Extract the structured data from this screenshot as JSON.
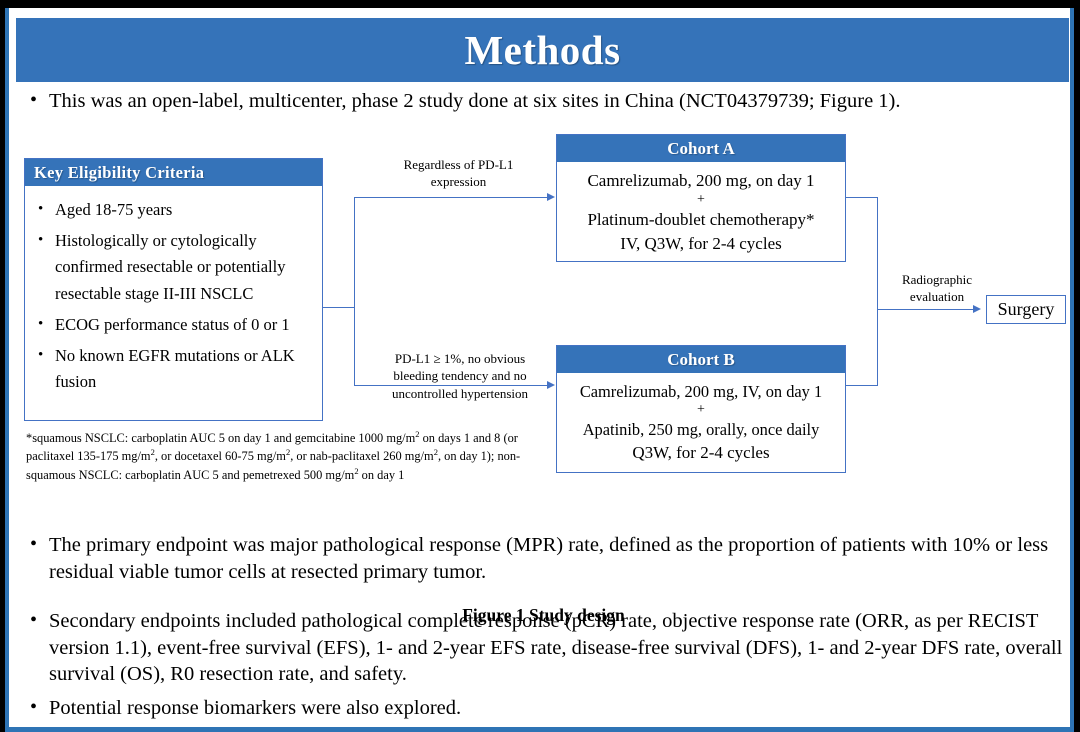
{
  "header": {
    "title": "Methods",
    "banner_color": "#3573b9"
  },
  "colors": {
    "accent_blue": "#3573b9",
    "line_blue": "#4472c4",
    "frame_black": "#000000",
    "text_black": "#000000"
  },
  "intro": {
    "bullet_marker": "•",
    "text": "This was an open-label, multicenter, phase 2 study done at six sites in China (NCT04379739; Figure 1)."
  },
  "figure": {
    "caption": "Figure 1 Study design",
    "eligibility": {
      "header": "Key  Eligibility Criteria",
      "bullet_marker": "•",
      "criteria": [
        "Aged 18-75 years",
        "Histologically or cytologically confirmed resectable or potentially resectable stage II-III  NSCLC",
        "ECOG performance status of 0 or 1",
        "No known EGFR mutations or ALK fusion"
      ]
    },
    "cohort_a": {
      "header": "Cohort A",
      "line1": "Camrelizumab, 200 mg, on day 1",
      "plus": "+",
      "line2": "Platinum-doublet chemotherapy*",
      "line3": "IV, Q3W, for 2-4 cycles"
    },
    "cohort_b": {
      "header": "Cohort B",
      "line1": "Camrelizumab, 200 mg, IV, on day 1",
      "plus": "+",
      "line2": "Apatinib, 250 mg, orally, once daily",
      "line3": "Q3W, for 2-4 cycles"
    },
    "connectors": {
      "top_label": "Regardless  of PD-L1 expression",
      "bottom_label": "PD-L1 ≥ 1%, no obvious bleeding tendency and no uncontrolled  hypertension",
      "right_label": "Radiographic evaluation"
    },
    "surgery": {
      "label": "Surgery"
    },
    "footnote": {
      "part1": "*squamous NSCLC: carboplatin AUC 5 on day 1 and gemcitabine 1000 mg/m",
      "sup1": "2",
      "part2": " on days 1 and 8 (or paclitaxel  135-175  mg/m",
      "sup2": "2",
      "part3": ", or docetaxel 60-75 mg/m",
      "sup3": "2",
      "part4": ", or nab-paclitaxel 260 mg/m",
      "sup4": "2",
      "part5": ", on day 1); non-squamous NSCLC: carboplatin AUC 5 and pemetrexed 500 mg/m",
      "sup5": "2",
      "part6": " on day 1"
    }
  },
  "endpoints": {
    "bullet_marker": "•",
    "primary": "The primary endpoint was major pathological response (MPR) rate, defined as the proportion of patients with 10% or less residual viable tumor cells at resected primary tumor.",
    "secondary": "Secondary endpoints included pathological complete response (pCR) rate, objective response rate (ORR, as per RECIST version 1.1), event-free survival (EFS), 1- and 2-year EFS rate, disease-free survival (DFS), 1- and 2-year DFS rate, overall survival (OS), R0 resection rate, and safety.",
    "biomarkers": "Potential response biomarkers were also explored."
  }
}
